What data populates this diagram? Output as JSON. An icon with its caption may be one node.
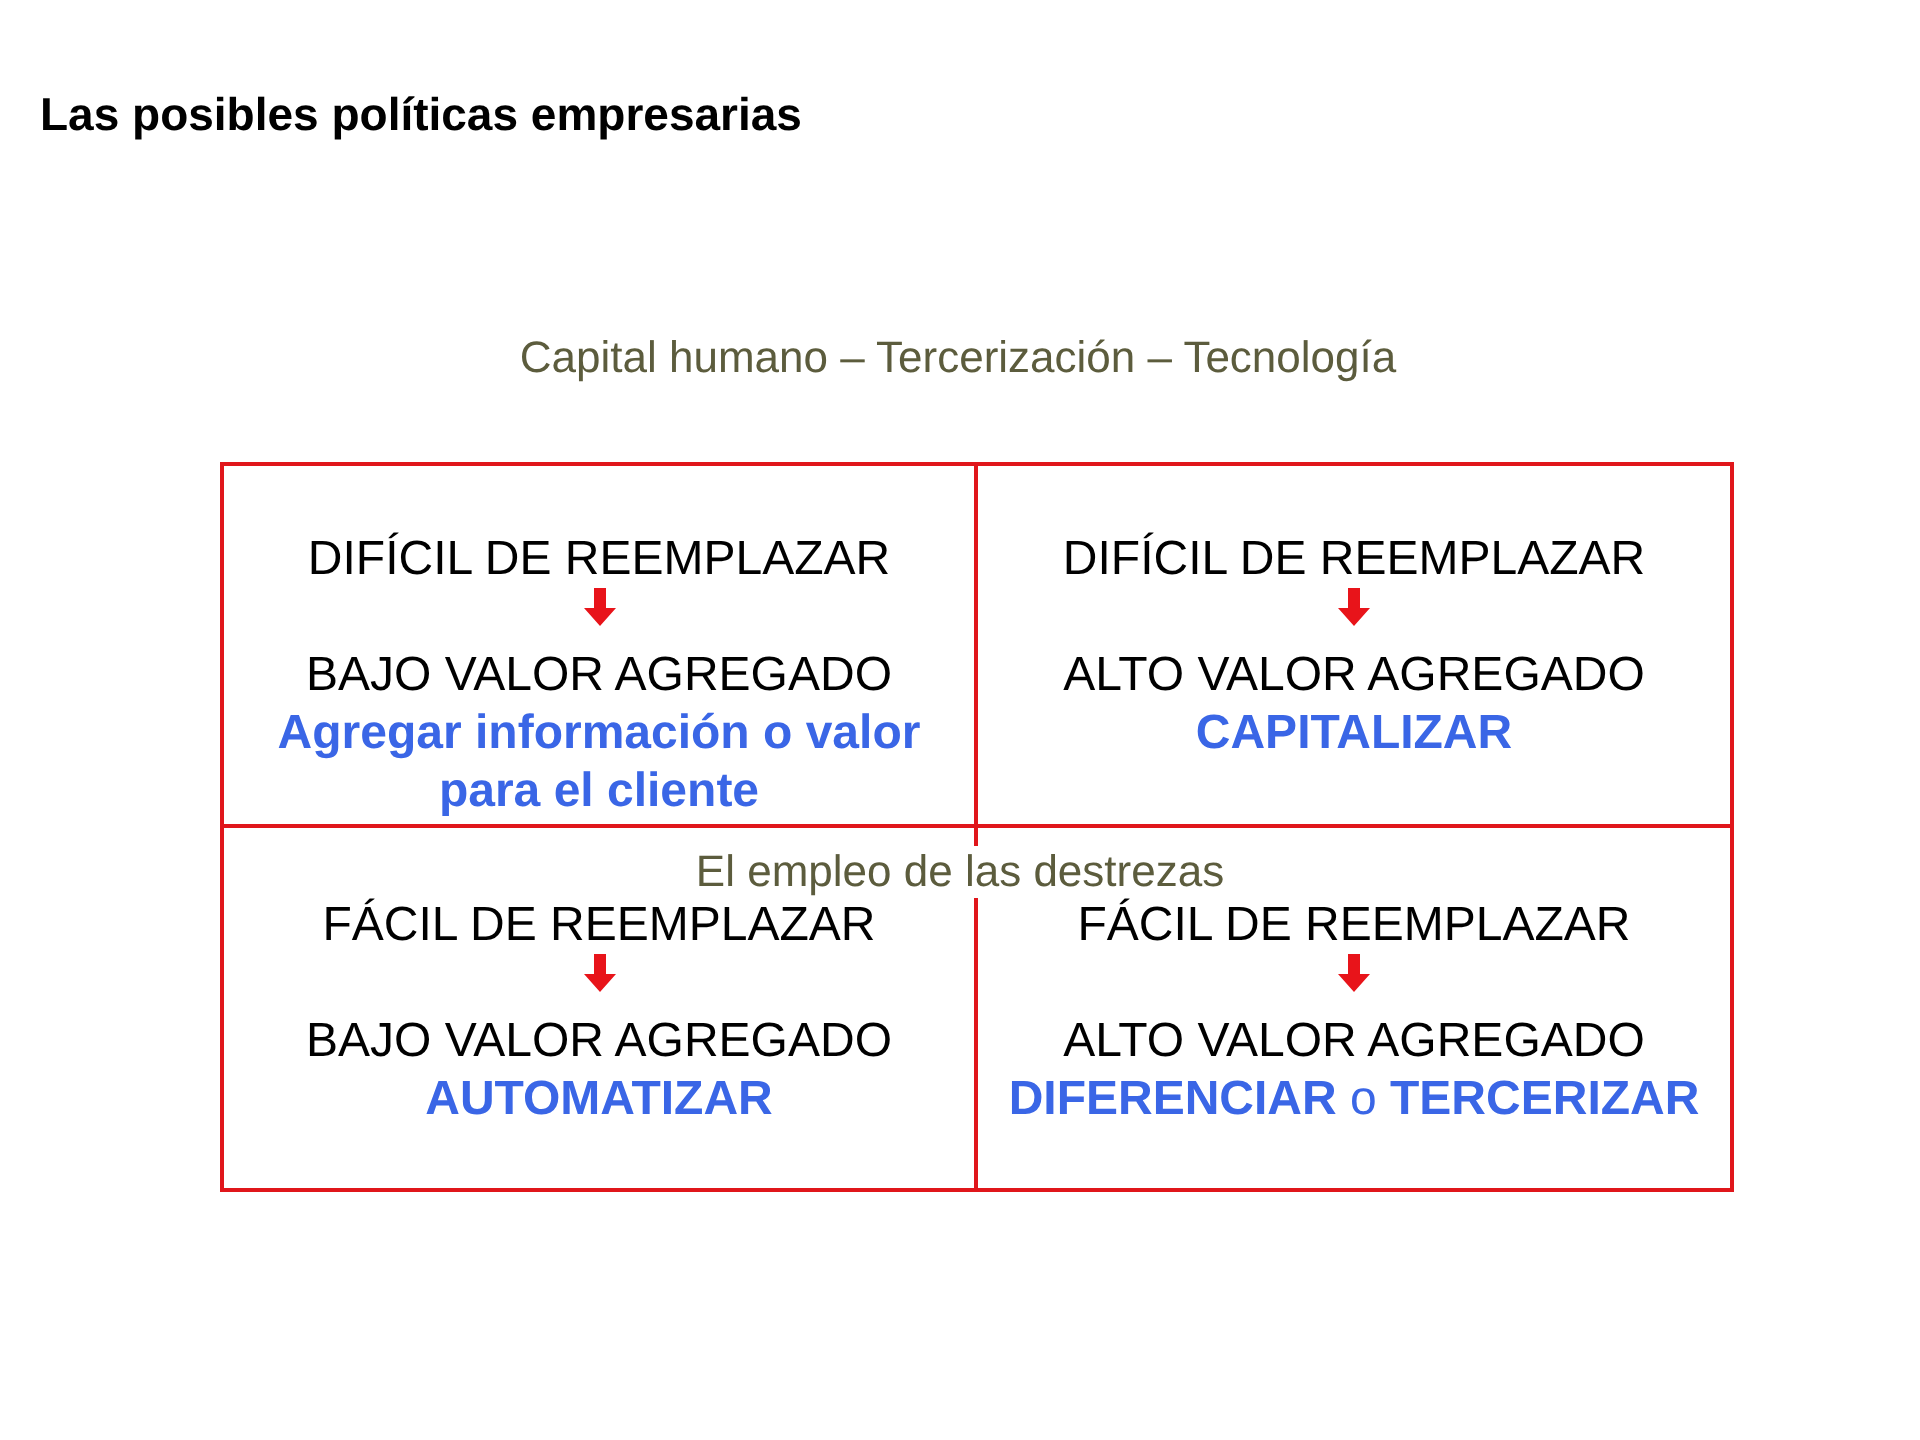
{
  "diagram": {
    "title": "Las posibles políticas empresarias",
    "nodes": [
      {
        "text": [
          "DIFÍCIL DE REEMPLAZAR",
          "BAJO VALOR AGREGADO",
          "Agregar información o valor para el cliente"
        ]
      },
      {
        "text": [
          "DIFÍCIL DE REEMPLAZAR",
          "ALTO VALOR AGREGADO",
          "CAPITALIZAR"
        ]
      },
      {
        "text": [
          "FÁCIL DE REEMPLAZAR",
          "BAJO VALOR AGREGADO",
          "AUTOMATIZAR"
        ]
      },
      {
        "text": [
          "FÁCIL DE REEMPLAZAR",
          "ALTO VALOR AGREGADO",
          "**DIFERENCIAR** o **TERCERIZAR**"
        ]
      }
    ],
    "labels": [
      "Capital humano – Tercerización – Tecnología",
      "El empleo de las destrezas"
    ]
  }
}
